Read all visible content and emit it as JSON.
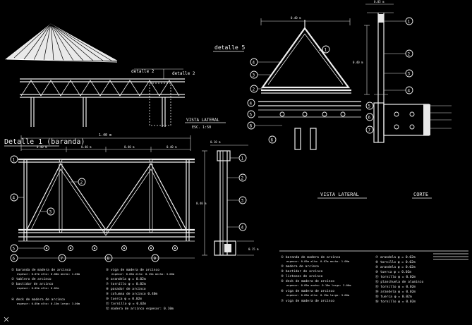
{
  "titles": {
    "detalle_1": "Detalle 1 (baranda)",
    "detalle_2": "detalle 2",
    "detalle_5": "detalle 5",
    "vista_lateral_small": "VISTA LATERAL",
    "escala": "ESC. 1:50",
    "vista_lateral": "VISTA LATERAL",
    "corte": "CORTE"
  },
  "dimensions": {
    "top_span": "1.40 m",
    "dim_a": "0.40 m",
    "dim_b": "0.10 m",
    "dim_c": "0.02 m",
    "dim_d": "0.15 m",
    "dim_e": "0.05 m"
  },
  "legend_left_col1": [
    "① baranda de madera de arcinco",
    "espesor: 0.07m  alto: 0.08m  ancho: 1.00m",
    "② tablero de arcinco",
    "③ bastidor de arcinco",
    "espesor: 0.05m  alto: 0.02m",
    "④ deck de madera de arcinco",
    "espesor: 0.05m  alto: 0.15m  largo: 3.00m"
  ],
  "legend_left_col2": [
    "⑤ viga de madera de arcinco",
    "espesor: 0.05m  alto: 0.15m  ancho: 3.00m",
    "⑥ arandela  φ = 0.02m",
    "⑦ tornillo  φ = 0.02m",
    "⑧ pasador de arcinco",
    "⑨ columna de arcinco  0.40m",
    "⑩ tuerca  φ = 0.02m",
    "⑪ tornillo  φ = 0.02m",
    "⑫ madera de arcinco  espesor: 0.10m"
  ],
  "legend_right_col1": [
    "① baranda de madera de arcinco",
    "espesor: 0.05m  alto: 0.07m  ancho: 1.00m",
    "② madera de arcinco",
    "③ bastidor de arcinco",
    "④ listones de arcinco",
    "⑤ deck de madera de arcinco",
    "espesor: 0.05m  ancho: 0.10m  largo: 3.00m",
    "⑥ viga de madera de arcinco",
    "espesor: 0.05m  alto: 0.15m  largo: 3.00m",
    "⑦ viga de madera de arcinco"
  ],
  "legend_right_col2": [
    "⑦ arandela  φ = 0.02m",
    "⑧ tornillo  φ = 0.02m",
    "⑨ arandela  φ = 0.02m",
    "⑩ tuerca  φ = 0.02m",
    "⑪ tornillo  φ = 0.02m",
    "⑫ planchuela de aluminio",
    "⑬ tornillo  φ = 0.02m",
    "⑭ arandela  φ = 0.02m",
    "⑮ tuerca  φ = 0.02m",
    "⑯ tornillo  φ = 0.02m"
  ]
}
